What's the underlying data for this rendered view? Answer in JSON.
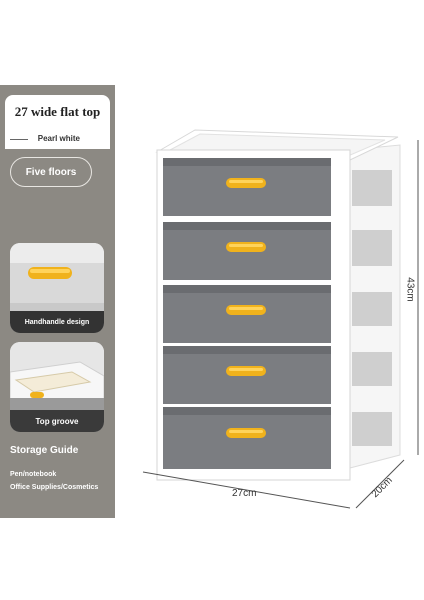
{
  "panel": {
    "title": "27 wide flat top",
    "subtitle": "Pearl white",
    "floors_label": "Five floors",
    "thumb1_caption": "Handhandle design",
    "thumb2_caption": "Top groove",
    "guide_title": "Storage Guide",
    "guide_item1": "Pen/notebook",
    "guide_item2": "Office Supplies/Cosmetics"
  },
  "dimensions": {
    "width": "27cm",
    "depth": "20cm",
    "height": "43cm"
  },
  "product": {
    "drawer_count": 5,
    "body_color": "#ffffff",
    "drawer_color": "#7a7c80",
    "handle_color": "#f0b21c"
  }
}
